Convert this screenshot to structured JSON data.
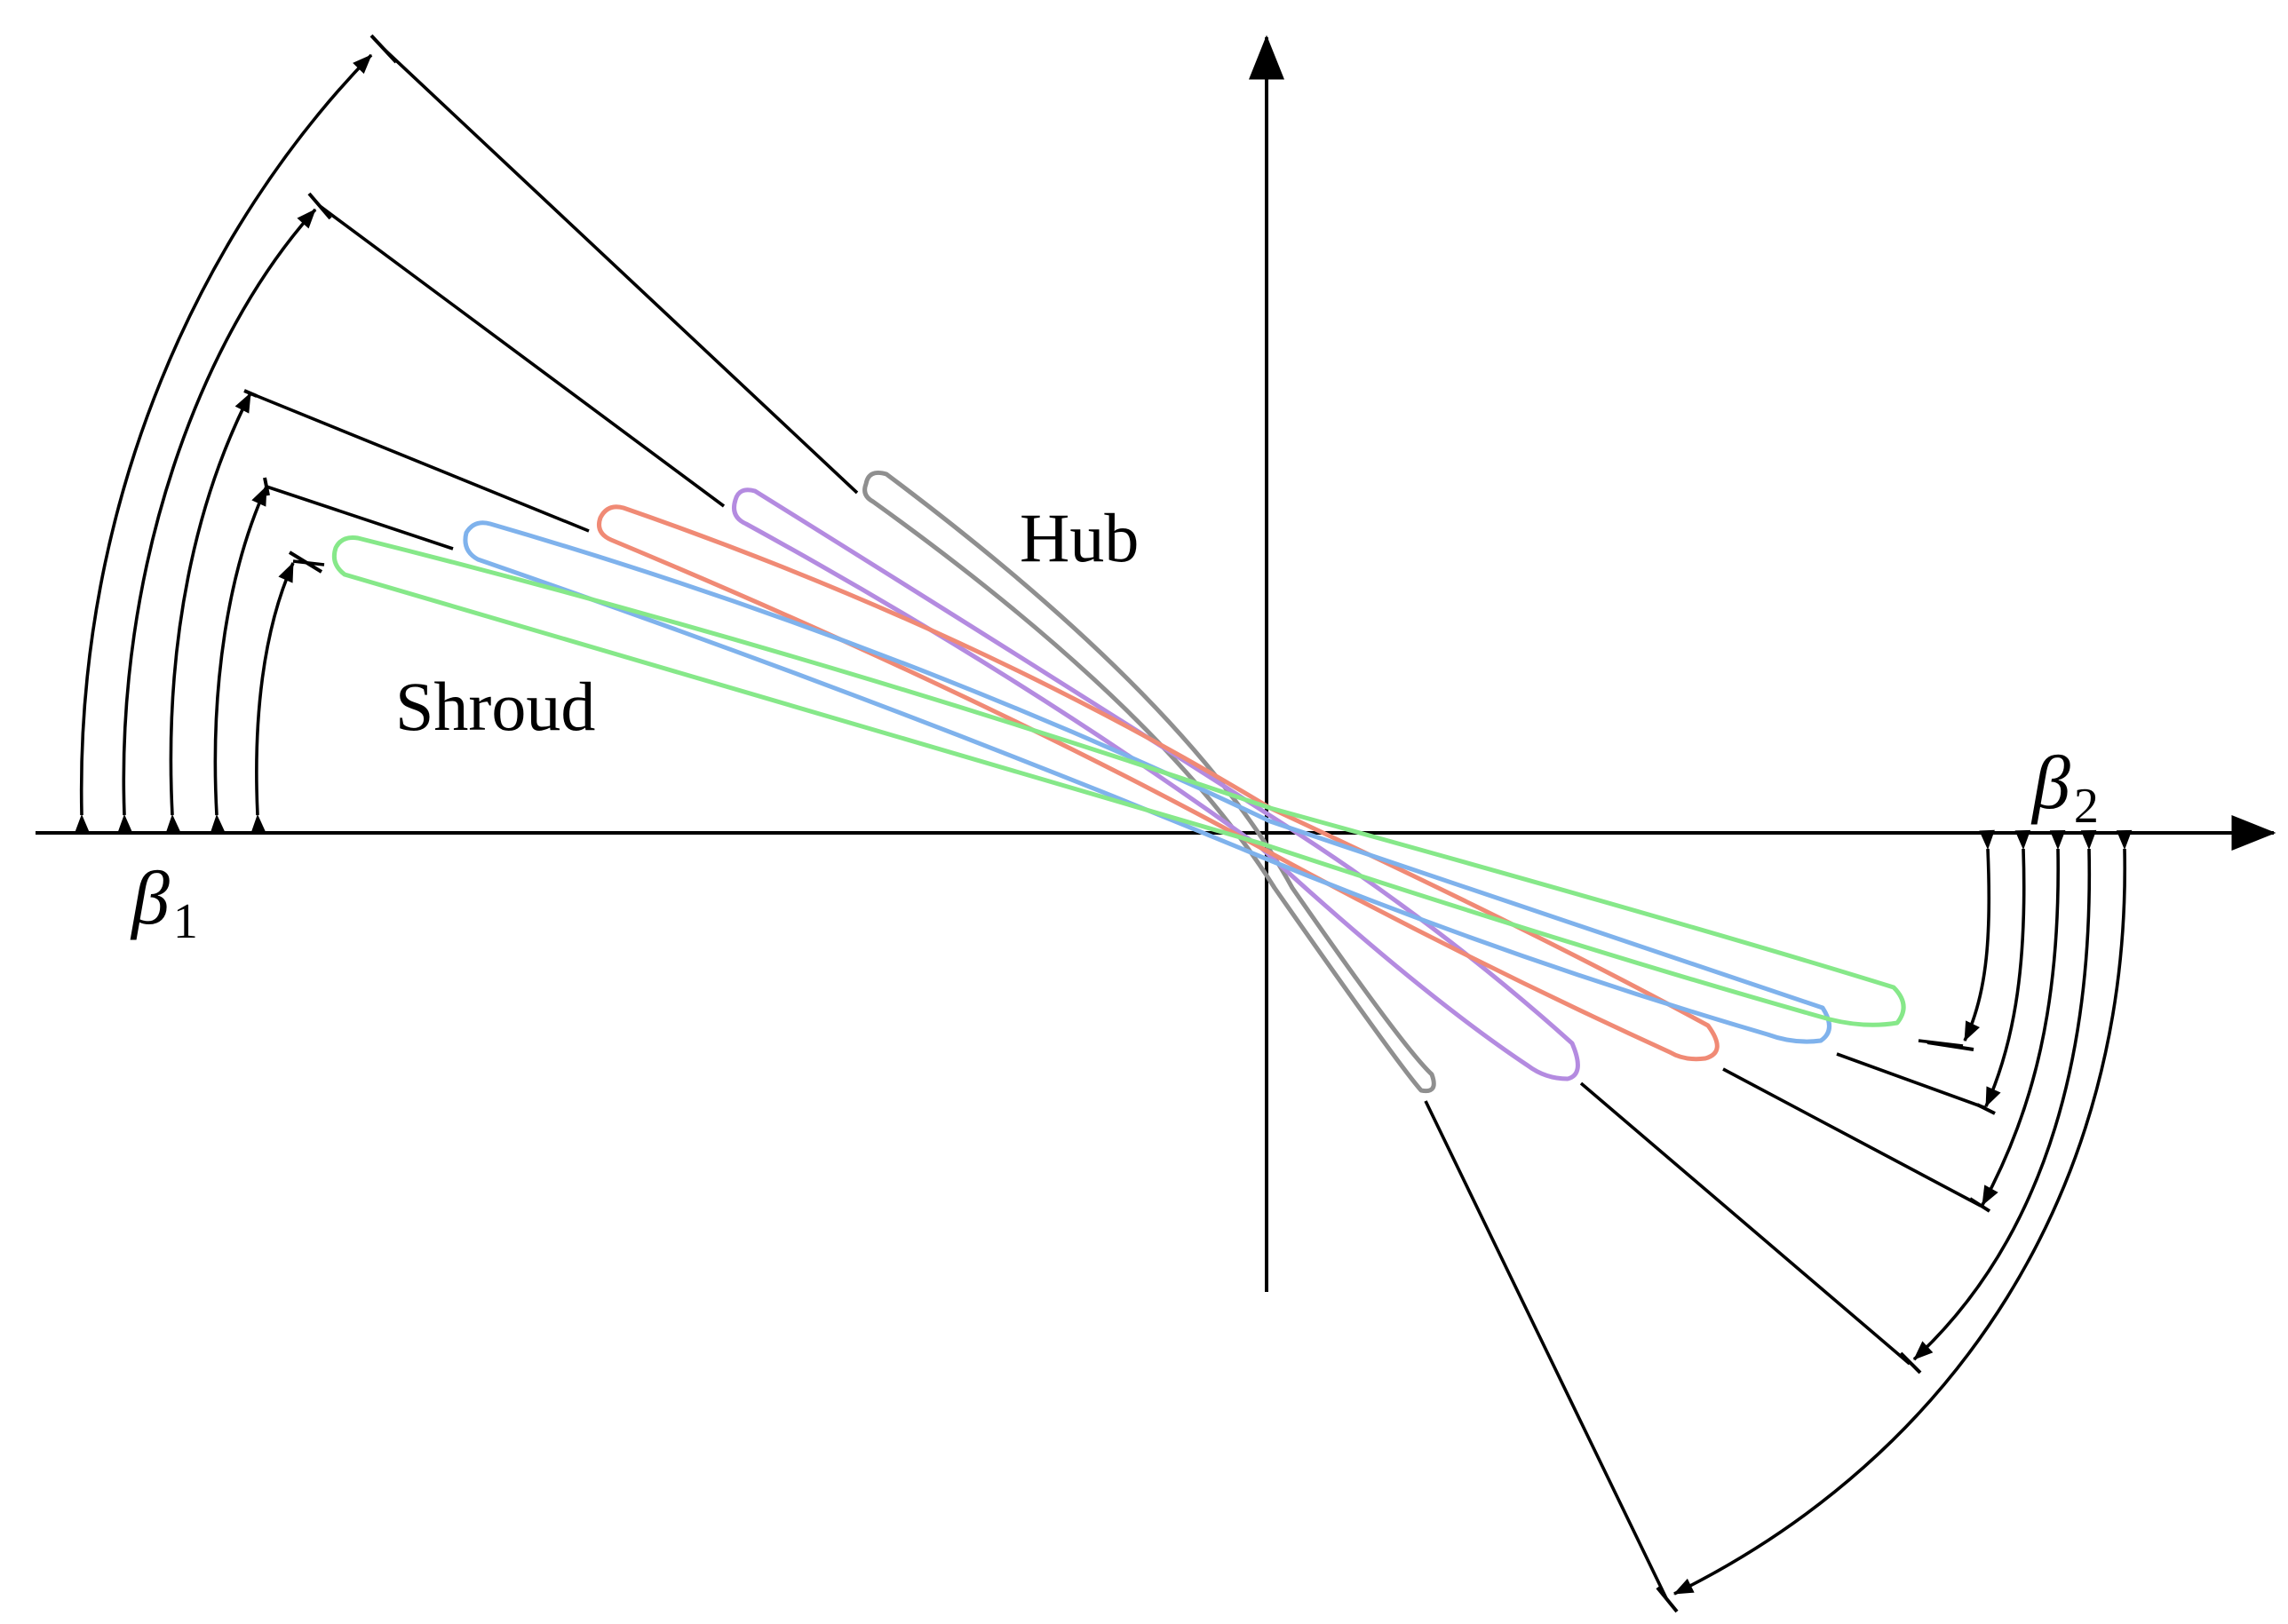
{
  "labels": {
    "hub": "Hub",
    "shroud": "Shroud",
    "beta": "β",
    "inlet_subscript": "1",
    "outlet_subscript": "2"
  },
  "blades": [
    {
      "color": "#8f8f8f"
    },
    {
      "color": "#b48be0"
    },
    {
      "color": "#f08a75"
    },
    {
      "color": "#7fb2ec"
    },
    {
      "color": "#86e889"
    }
  ],
  "colors": {
    "ink": "#000000",
    "background": "#ffffff"
  }
}
